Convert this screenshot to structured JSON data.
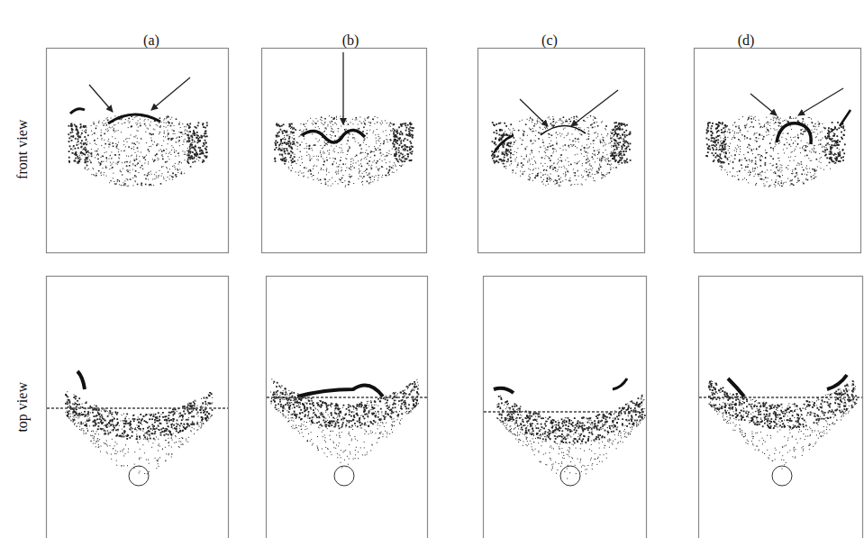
{
  "diagram": {
    "labels": [
      "(a)",
      "(b)",
      "(c)",
      "(d)",
      "front view",
      "top view"
    ]
  }
}
